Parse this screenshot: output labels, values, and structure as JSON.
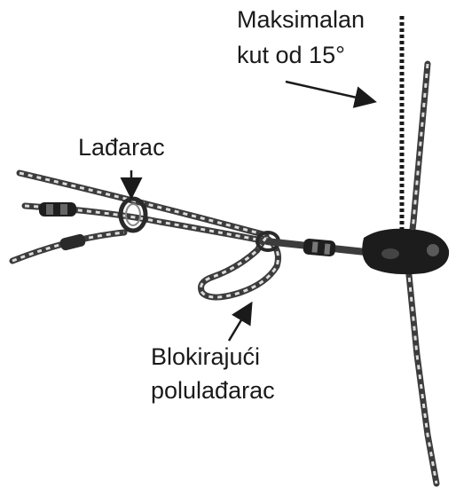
{
  "labels": {
    "angle_line1": "Maksimalan",
    "angle_line2": "kut od 15°",
    "hitch": "Lađarac",
    "blocking_line1": "Blokirajući",
    "blocking_line2": "polulađarac"
  },
  "colors": {
    "ink": "#1a1a1a",
    "rope": "#3c3c3c",
    "rope_light": "#dcdcdc",
    "background": "#ffffff"
  }
}
